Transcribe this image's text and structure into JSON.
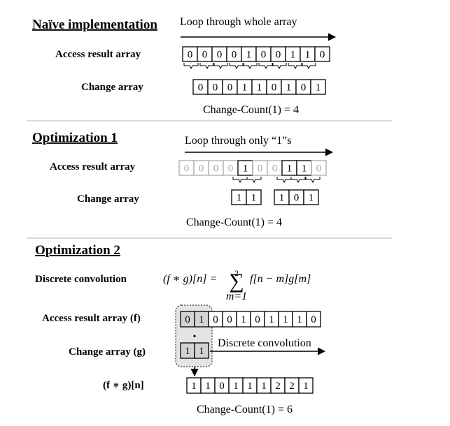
{
  "naive": {
    "heading": "Naïve implementation",
    "loop_label": "Loop through whole array",
    "access_label": "Access result array",
    "change_label": "Change array",
    "access_values": [
      "0",
      "0",
      "0",
      "0",
      "1",
      "0",
      "0",
      "1",
      "1",
      "0"
    ],
    "change_values": [
      "0",
      "0",
      "0",
      "1",
      "1",
      "0",
      "1",
      "0",
      "1"
    ],
    "count": "Change-Count(1) = 4"
  },
  "opt1": {
    "heading": "Optimization 1",
    "loop_label": "Loop through only “1”s",
    "access_label": "Access result array",
    "change_label": "Change array",
    "access_values": [
      "0",
      "0",
      "0",
      "0",
      "1",
      "0",
      "0",
      "1",
      "1",
      "0"
    ],
    "highlight_indices": [
      4,
      7,
      8
    ],
    "change_group_a": [
      "1",
      "1"
    ],
    "change_group_b": [
      "1",
      "0",
      "1"
    ],
    "count": "Change-Count(1) = 4"
  },
  "opt2": {
    "heading": "Optimization 2",
    "conv_label": "Discrete convolution",
    "formula_lhs": "(f ∗ g)[n] = ",
    "formula_sum": "∑",
    "formula_sup": "2",
    "formula_sub": "m=1",
    "formula_rhs": "f[n − m]g[m]",
    "access_label": "Access result array (f)",
    "change_label": "Change array (g)",
    "result_label": "(f ∗ g)[n]",
    "access_values": [
      "0",
      "1",
      "0",
      "0",
      "1",
      "0",
      "1",
      "1",
      "1",
      "0"
    ],
    "kernel_values": [
      "1",
      "1"
    ],
    "dot": "•",
    "conv_arrow_label": "Discrete convolution",
    "result_values": [
      "1",
      "1",
      "0",
      "1",
      "1",
      "1",
      "2",
      "2",
      "1"
    ],
    "count": "Change-Count(1) = 6"
  },
  "colors": {
    "divider": "#b5b5b5",
    "faded": "#aaaaaa",
    "kernel_fill": "#d4d4d4",
    "kernel_box": "#e4e4e4"
  }
}
